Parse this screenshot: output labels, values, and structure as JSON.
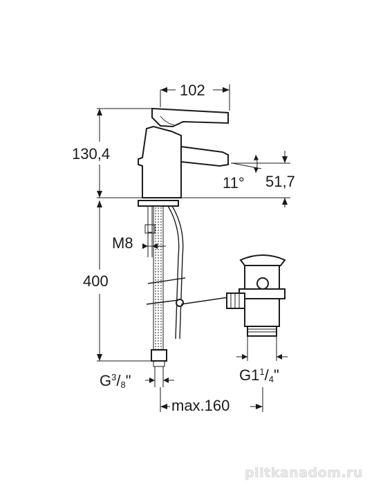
{
  "dimensions": {
    "spout_reach": "102",
    "faucet_height": "130,4",
    "spout_angle": "11°",
    "spout_height": "51,7",
    "thread_mount": "M8",
    "hose_length": "400",
    "hose_thread_base": "G",
    "hose_thread_num": "3",
    "hose_thread_den": "8",
    "hose_thread_suffix": "\"",
    "waste_thread_base": "G1",
    "waste_thread_num": "1",
    "waste_thread_den": "4",
    "waste_thread_suffix": "\"",
    "max_distance": "max.160"
  },
  "watermark": "plitkanadom.ru"
}
